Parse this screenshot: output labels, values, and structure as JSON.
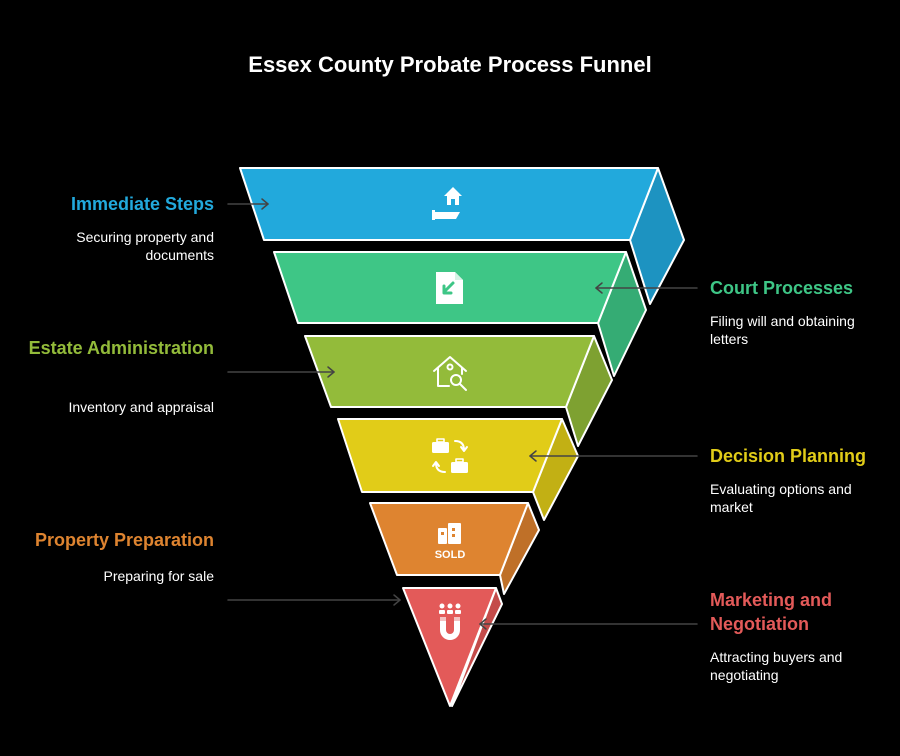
{
  "title": "Essex County Probate Process Funnel",
  "colors": {
    "immediate": "#22a9dc",
    "court": "#3ec686",
    "estate": "#93bb3a",
    "decision": "#e1cc18",
    "property": "#de8430",
    "marketing": "#e35a59"
  },
  "stages": [
    {
      "label": "Immediate Steps",
      "desc": "Securing property and documents",
      "icon": "home-hand-icon"
    },
    {
      "label": "Court Processes",
      "desc": "Filing will and obtaining letters",
      "icon": "document-arrow-icon"
    },
    {
      "label": "Estate Administration",
      "desc": "Inventory and appraisal",
      "icon": "house-search-icon"
    },
    {
      "label": "Decision Planning",
      "desc": "Evaluating options and market",
      "icon": "briefcase-exchange-icon"
    },
    {
      "label": "Property Preparation",
      "desc": "Preparing for sale",
      "icon": "sold-building-icon"
    },
    {
      "label": "Marketing and Negotiation",
      "desc": "Attracting buyers and negotiating",
      "icon": "magnet-people-icon"
    }
  ]
}
